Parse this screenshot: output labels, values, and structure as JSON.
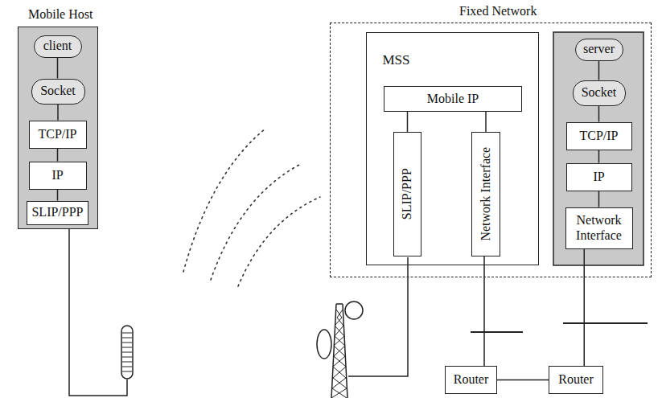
{
  "diagram": {
    "nodes": [
      {
        "text": [
          "Mobile Host"
        ]
      },
      {
        "text": [
          "client"
        ],
        "in": 0
      },
      {
        "text": [
          "Socket"
        ],
        "in": 0
      },
      {
        "text": [
          "TCP/IP"
        ],
        "in": 0
      },
      {
        "text": [
          "IP"
        ],
        "in": 0
      },
      {
        "text": [
          "SLIP/PPP"
        ],
        "in": 0
      },
      {
        "text": [
          "Fixed Network"
        ]
      },
      {
        "text": [
          "MSS"
        ],
        "in": 6
      },
      {
        "text": [
          "Mobile IP"
        ],
        "in": 7
      },
      {
        "text": [
          "SLIP/PPP"
        ],
        "in": 7
      },
      {
        "text": [
          "Network Interface"
        ],
        "in": 7
      },
      {
        "text": [
          "server"
        ],
        "in": 6
      },
      {
        "text": [
          "Socket"
        ],
        "in": 6
      },
      {
        "text": [
          "TCP/IP"
        ],
        "in": 6
      },
      {
        "text": [
          "IP"
        ],
        "in": 6
      },
      {
        "text": [
          "Network Interface"
        ],
        "in": 6
      },
      {
        "text": [
          "Router"
        ]
      },
      {
        "text": [
          "Router"
        ]
      }
    ],
    "edges": [
      {
        "from": 1,
        "to": 2,
        "arrow": "none"
      },
      {
        "from": 2,
        "to": 3,
        "arrow": "none"
      },
      {
        "from": 3,
        "to": 4,
        "arrow": "none"
      },
      {
        "from": 4,
        "to": 5,
        "arrow": "none"
      },
      {
        "from": 8,
        "to": 9,
        "arrow": "none"
      },
      {
        "from": 8,
        "to": 10,
        "arrow": "none"
      },
      {
        "from": 11,
        "to": 12,
        "arrow": "none"
      },
      {
        "from": 12,
        "to": 13,
        "arrow": "none"
      },
      {
        "from": 13,
        "to": 14,
        "arrow": "none"
      },
      {
        "from": 14,
        "to": 15,
        "arrow": "none"
      },
      {
        "from": 10,
        "to": 16,
        "arrow": "none"
      },
      {
        "from": 15,
        "to": 17,
        "arrow": "none"
      },
      {
        "from": 16,
        "to": 17,
        "arrow": "none"
      }
    ]
  }
}
